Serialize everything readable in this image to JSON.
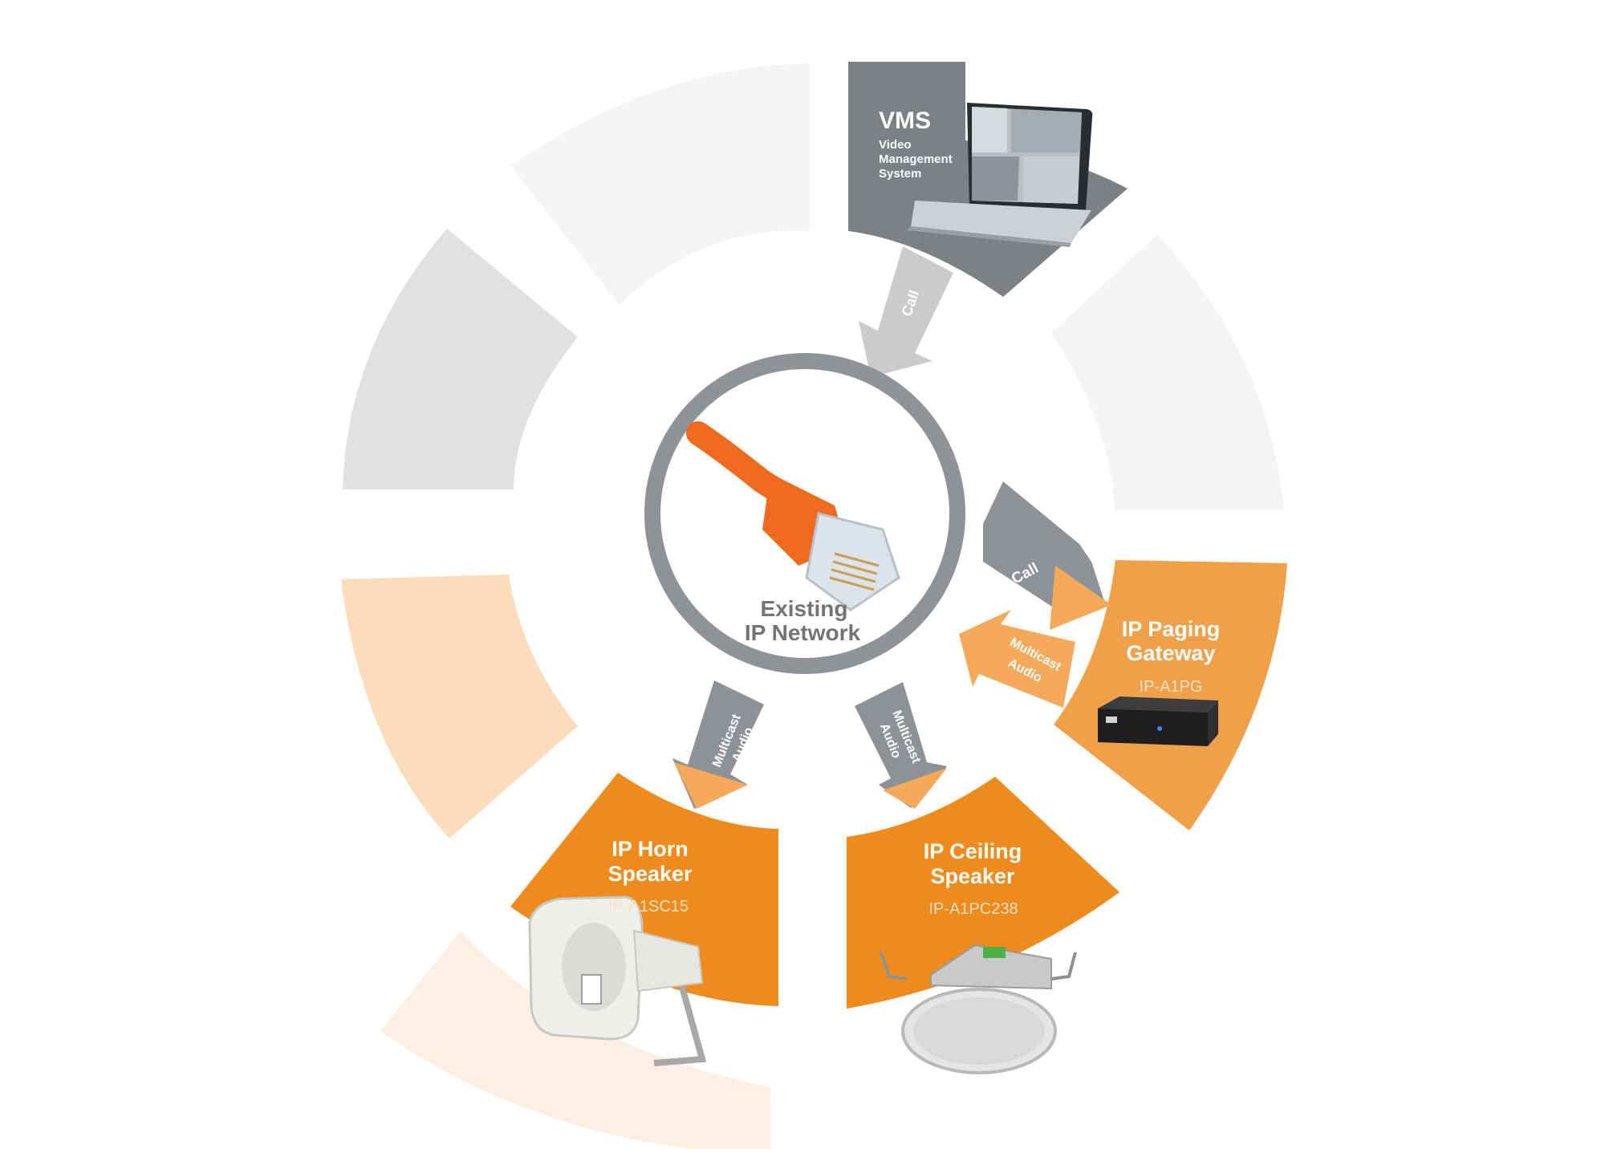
{
  "colors": {
    "segment_light": "#f4f4f4",
    "segment_mid": "#e0e1e1",
    "segment_peach": "#fbdcbb",
    "segment_peach_faint": "#fdf0e2",
    "segment_dark": "#7c8184",
    "segment_orange": "#ef8a1d",
    "segment_orange_light": "#f1a04a",
    "arrow_gray": "#c9cbcc",
    "arrow_gray_dark": "#8e9296",
    "arrow_orange": "#f5a95a",
    "ring": "#8f9397",
    "cable": "#f06a1e"
  },
  "center": {
    "line1": "Existing",
    "line2": "IP Network",
    "icon": "ethernet-cable-icon"
  },
  "vms": {
    "title": "VMS",
    "subtitle_line1": "Video",
    "subtitle_line2": "Management",
    "subtitle_line3": "System",
    "icon": "laptop-icon"
  },
  "gateway": {
    "title_line1": "IP Paging",
    "title_line2": "Gateway",
    "model": "IP-A1PG",
    "icon": "gateway-box-icon"
  },
  "horn": {
    "title_line1": "IP Horn",
    "title_line2": "Speaker",
    "model": "IP-A1SC15",
    "icon": "horn-speaker-icon"
  },
  "ceiling": {
    "title_line1": "IP Ceiling",
    "title_line2": "Speaker",
    "model": "IP-A1PC238",
    "icon": "ceiling-speaker-icon"
  },
  "arrows": {
    "vms_call": "Call",
    "gateway_call": "Call",
    "gateway_multicast_line1": "Multicast",
    "gateway_multicast_line2": "Audio",
    "horn_multicast_line1": "Multicast",
    "horn_multicast_line2": "Audio",
    "ceiling_multicast_line1": "Multicast",
    "ceiling_multicast_line2": "Audio"
  }
}
